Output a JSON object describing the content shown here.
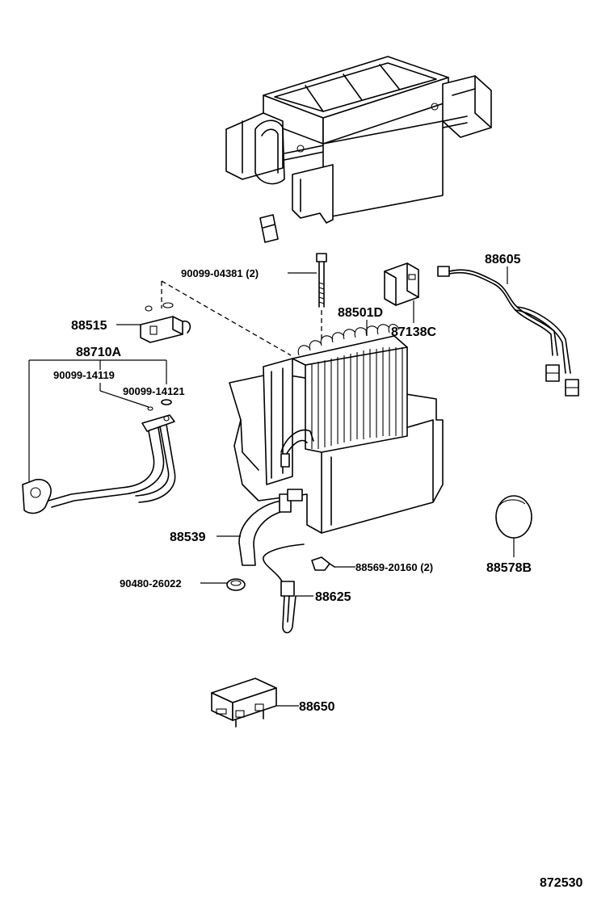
{
  "parts": {
    "bolt": "90099-04381 (2)",
    "evaporator": "88501D",
    "resistor": "87138C",
    "wire_harness": "88605",
    "expansion_valve": "88515",
    "tube_assy": "88710A",
    "o_ring_a": "90099-14119",
    "o_ring_b": "90099-14121",
    "drain_hose": "88539",
    "grommet": "90480-26022",
    "clamp": "88569-20160 (2)",
    "thermistor": "88625",
    "filter_cap": "88578B",
    "amplifier": "88650"
  },
  "diagram_id": "872530"
}
